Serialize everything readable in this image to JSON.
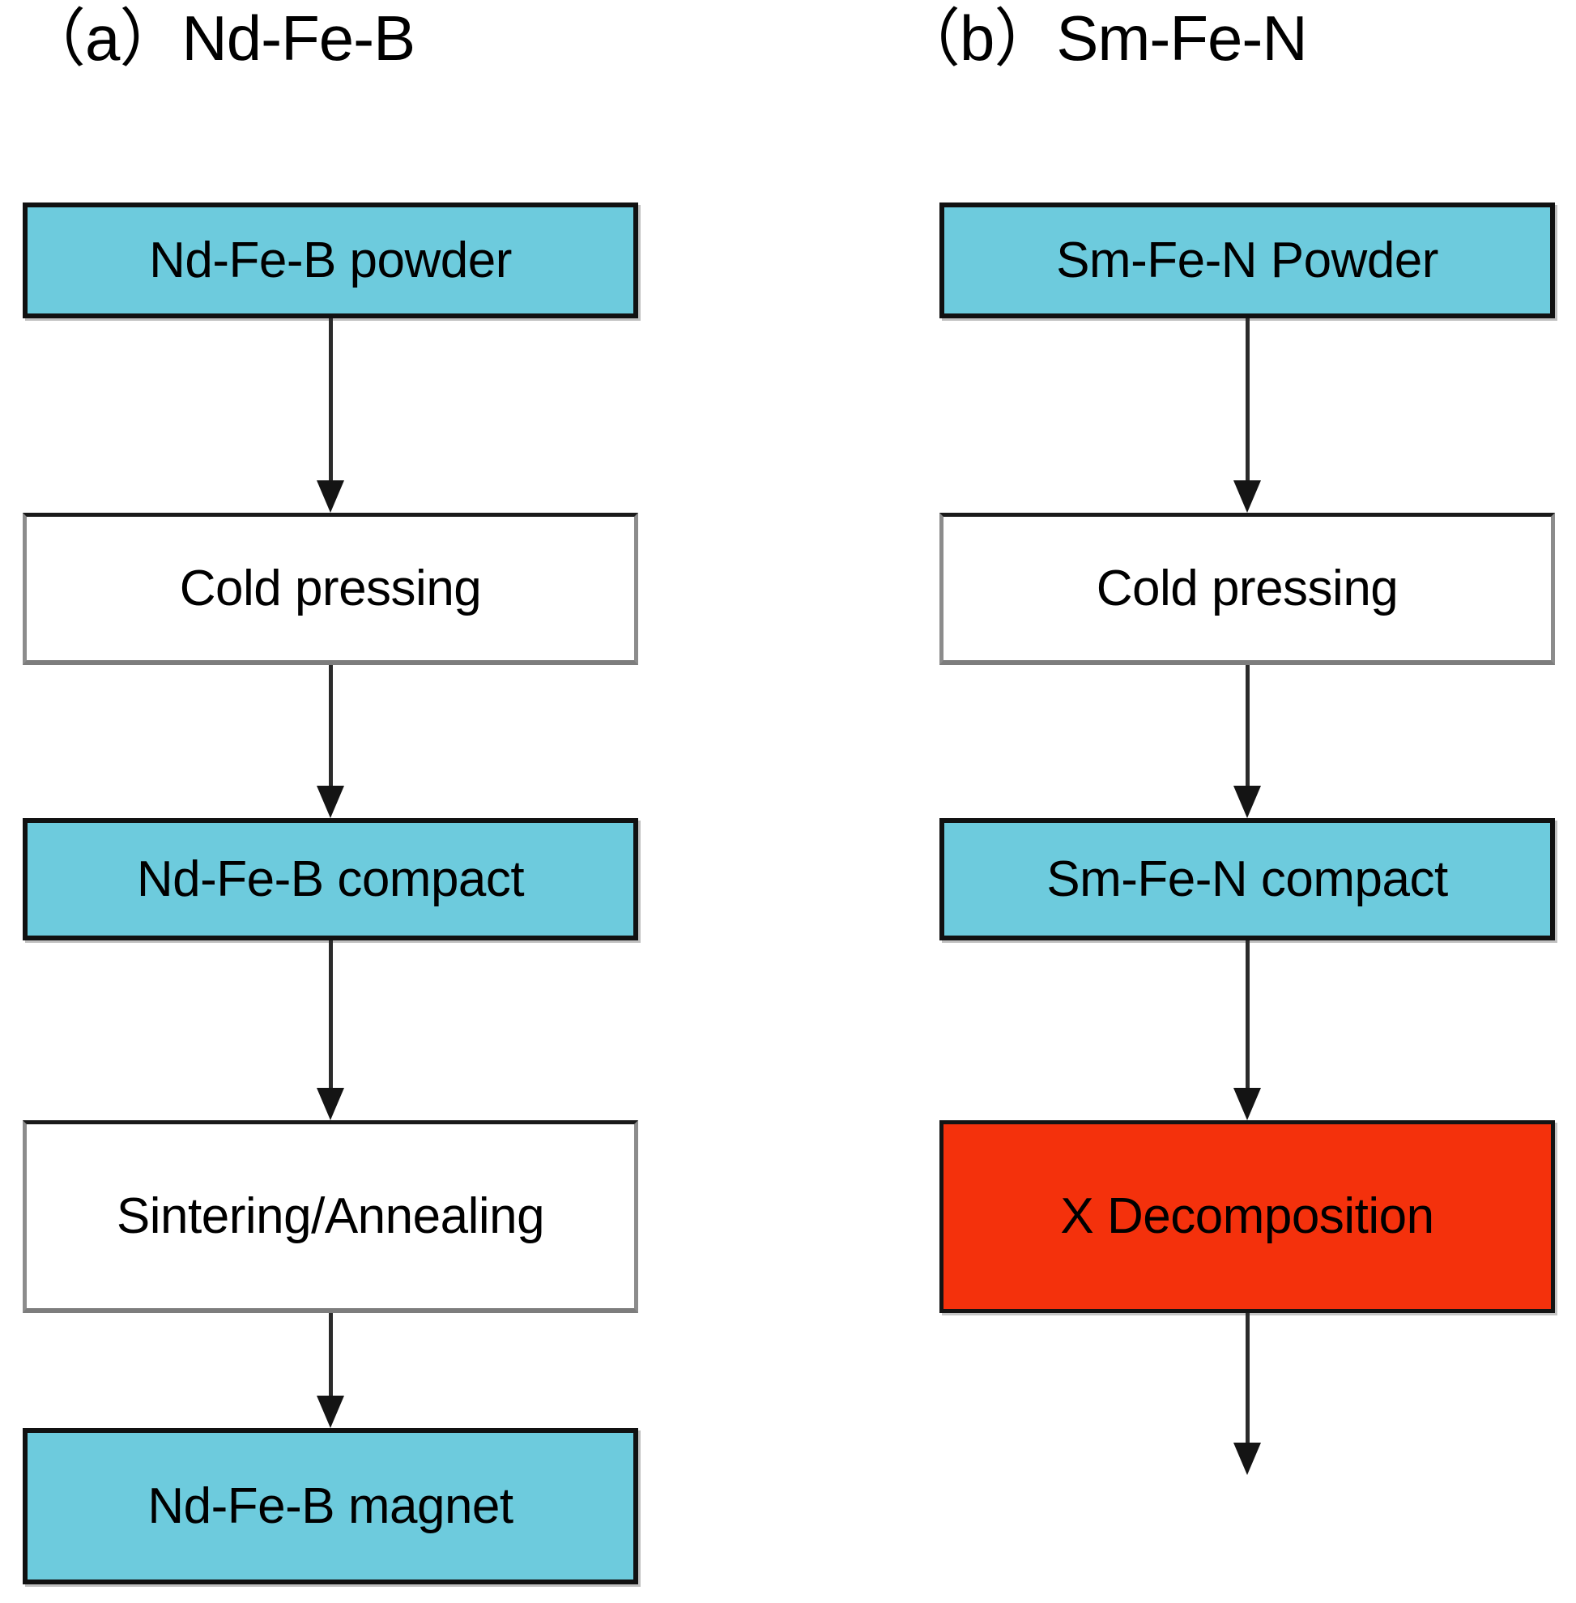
{
  "figure": {
    "type": "flowchart",
    "background_color": "#ffffff",
    "orientation": "two-column-vertical"
  },
  "colors": {
    "node_fill_highlight": "#6DCBDD",
    "node_fill_warning": "#F4310C",
    "node_fill_plain": "#FFFFFF",
    "node_border_dark": "#111111",
    "node_border_gray": "#8C8C8C",
    "arrow_color": "#141414",
    "text_color": "#000000"
  },
  "panels": [
    {
      "id": "panel-a",
      "title": "（a）Nd-Fe-B",
      "nodes": [
        {
          "id": "a1",
          "label": "Nd-Fe-B powder",
          "style": "fill-cyan",
          "row": "row1"
        },
        {
          "id": "a2",
          "label": "Cold pressing",
          "style": "fill-white",
          "row": "row2"
        },
        {
          "id": "a3",
          "label": "Nd-Fe-B compact",
          "style": "fill-cyan",
          "row": "row3"
        },
        {
          "id": "a4",
          "label": "Sintering/Annealing",
          "style": "fill-white",
          "row": "row4"
        },
        {
          "id": "a5",
          "label": "Nd-Fe-B magnet",
          "style": "fill-cyan",
          "row": "row5"
        }
      ],
      "arrows": [
        {
          "from": "a1",
          "to": "a2"
        },
        {
          "from": "a2",
          "to": "a3"
        },
        {
          "from": "a3",
          "to": "a4"
        },
        {
          "from": "a4",
          "to": "a5"
        }
      ]
    },
    {
      "id": "panel-b",
      "title": "（b）Sm-Fe-N",
      "nodes": [
        {
          "id": "b1",
          "label": "Sm-Fe-N Powder",
          "style": "fill-cyan",
          "row": "row1"
        },
        {
          "id": "b2",
          "label": "Cold pressing",
          "style": "fill-white",
          "row": "row2"
        },
        {
          "id": "b3",
          "label": "Sm-Fe-N compact",
          "style": "fill-cyan",
          "row": "row3"
        },
        {
          "id": "b4",
          "label": "X Decomposition",
          "style": "fill-red",
          "row": "row4"
        }
      ],
      "arrows": [
        {
          "from": "b1",
          "to": "b2"
        },
        {
          "from": "b2",
          "to": "b3"
        },
        {
          "from": "b3",
          "to": "b4"
        },
        {
          "from": "b4",
          "to": null
        }
      ]
    }
  ]
}
